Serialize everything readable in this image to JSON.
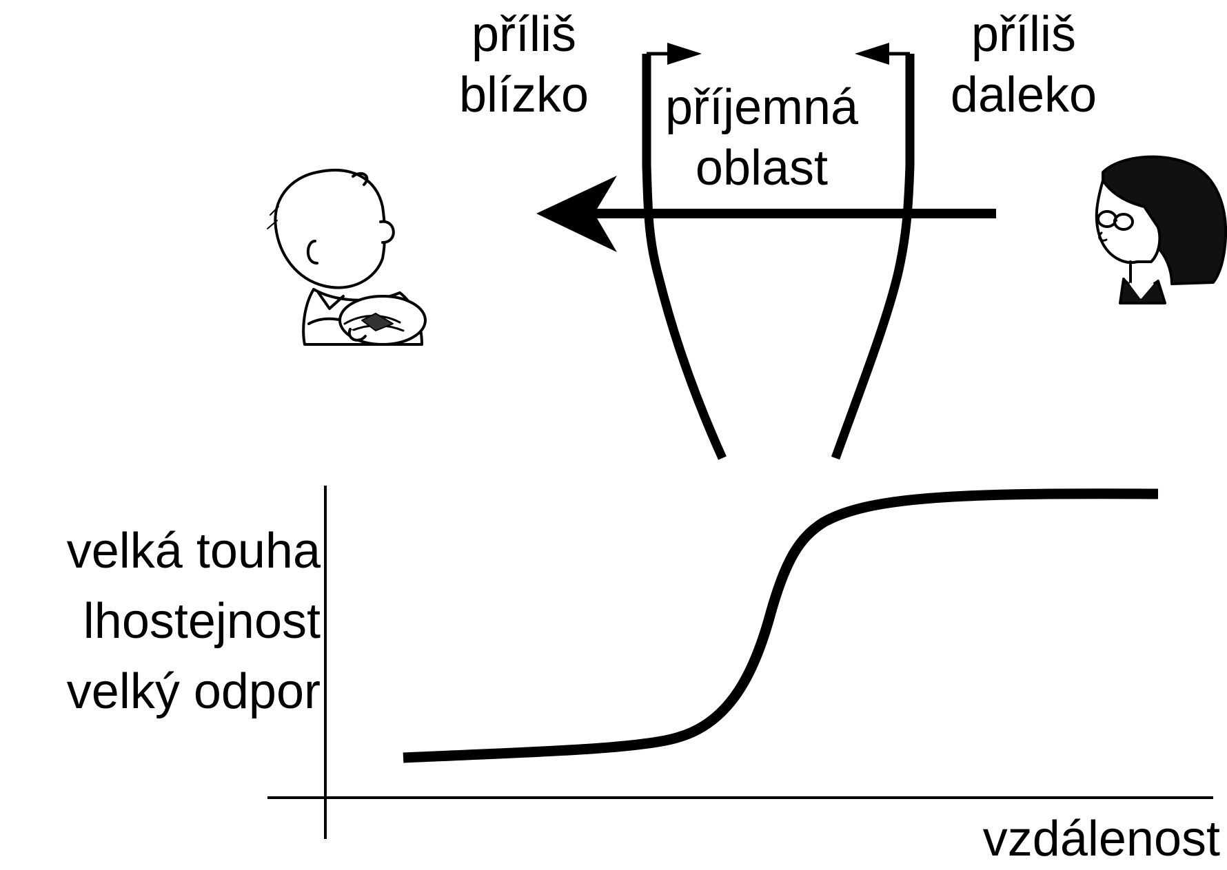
{
  "labels": {
    "too_close_line1": "příliš",
    "too_close_line2": "blízko",
    "comfort_zone_line1": "příjemná",
    "comfort_zone_line2": "oblast",
    "too_far_line1": "příliš",
    "too_far_line2": "daleko"
  },
  "chart": {
    "y_levels": [
      "velká touha",
      "lhostejnost",
      "velký odpor"
    ],
    "x_label": "vzdálenost"
  },
  "colors": {
    "ink": "#000000",
    "background": "#ffffff",
    "hair": "#111111"
  }
}
